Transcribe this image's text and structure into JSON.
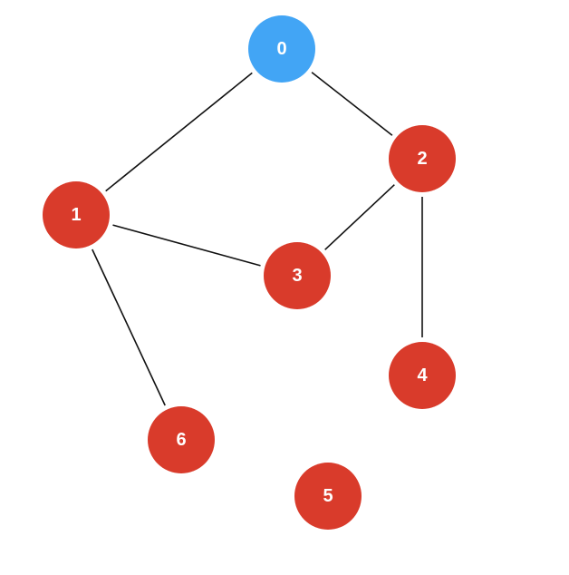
{
  "colors": {
    "background": "#ffffff",
    "highlight_node": "#42a5f5",
    "default_node": "#d93b2b",
    "label": "#ffffff",
    "edge": "#111111"
  },
  "nodes": [
    {
      "id": "0",
      "label": "0",
      "highlighted": true
    },
    {
      "id": "1",
      "label": "1",
      "highlighted": false
    },
    {
      "id": "2",
      "label": "2",
      "highlighted": false
    },
    {
      "id": "3",
      "label": "3",
      "highlighted": false
    },
    {
      "id": "4",
      "label": "4",
      "highlighted": false
    },
    {
      "id": "5",
      "label": "5",
      "highlighted": false
    },
    {
      "id": "6",
      "label": "6",
      "highlighted": false
    }
  ],
  "edges": [
    {
      "source": "0",
      "target": "1"
    },
    {
      "source": "0",
      "target": "2"
    },
    {
      "source": "2",
      "target": "3"
    },
    {
      "source": "2",
      "target": "4"
    },
    {
      "source": "1",
      "target": "3"
    },
    {
      "source": "1",
      "target": "6"
    }
  ]
}
